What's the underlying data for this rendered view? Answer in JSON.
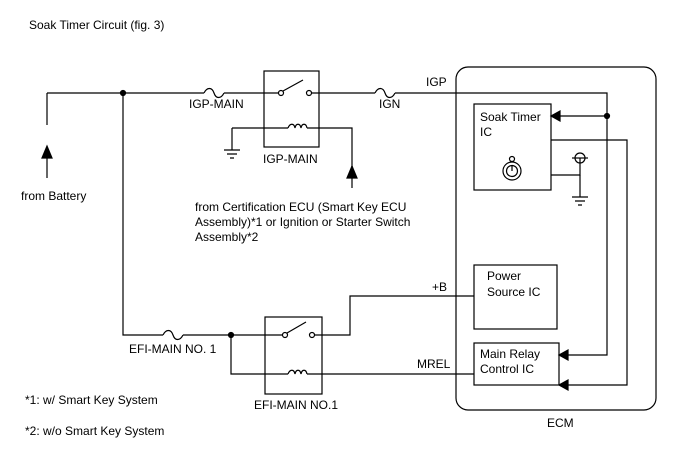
{
  "title": "Soak Timer Circuit (fig. 3)",
  "labels": {
    "from_battery": "from Battery",
    "igp_main_fuse": "IGP-MAIN",
    "igp_main_relay": "IGP-MAIN",
    "ign_fuse": "IGN",
    "igp_signal": "IGP",
    "plus_b": "+B",
    "mrel": "MREL",
    "efi_main_fuse": "EFI-MAIN NO. 1",
    "efi_main_relay": "EFI-MAIN NO.1",
    "ecm": "ECM",
    "soak_timer_ic_line1": "Soak Timer",
    "soak_timer_ic_line2": "IC",
    "power_source_ic_line1": "Power",
    "power_source_ic_line2": "Source IC",
    "main_relay_ic_line1": "Main Relay",
    "main_relay_ic_line2": "Control IC",
    "cert_ecu_line1": "from Certification ECU (Smart Key ECU",
    "cert_ecu_line2": "Assembly)*1 or Ignition or Starter Switch",
    "cert_ecu_line3": "Assembly*2"
  },
  "footnotes": [
    "*1: w/ Smart Key System",
    "*2: w/o Smart Key System"
  ]
}
